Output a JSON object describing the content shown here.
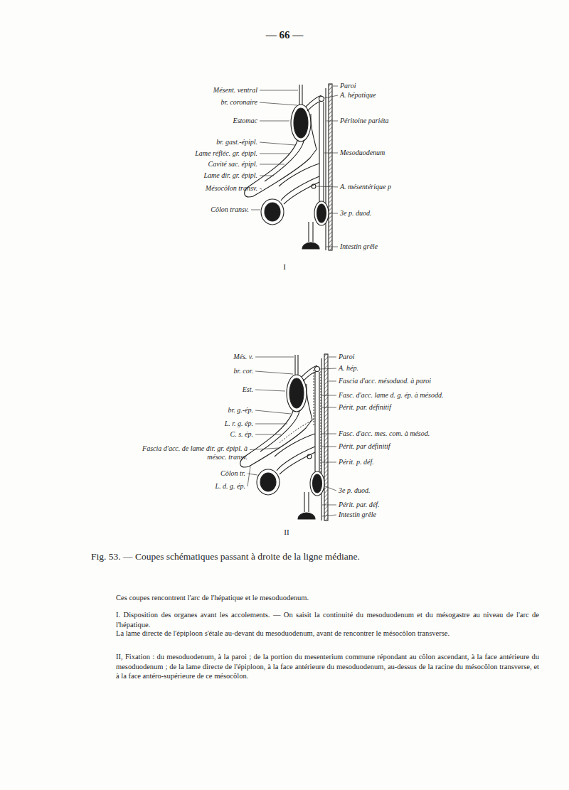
{
  "diagram": {
    "caption": "Fig. 53. — Coupes schématiques passant à droite de la ligne médiane.",
    "labels": [
      "— 66 —",
      "Mésent. ventral",
      "br. coronaire",
      "Estomac",
      "br. gast.-épipl.",
      "Lame réfléc. gr. épipl.",
      "Cavité sac. épipl.",
      "Lame dir. gr. épipl.",
      "Mésocôlon transv.",
      "Côlon transv.",
      "Paroi",
      "A. hépatique",
      "Péritoine pariéta",
      "Mesoduodenum",
      "A. mésentérique p",
      "3e p. duod.",
      "Intestin grêle",
      "I",
      "Més. v.",
      "br. cor.",
      "Est.",
      "br. g.-ép.",
      "L. r. g. ép.",
      "C. s. ép.",
      "Fascia d'acc. de lame dir. gr. épipl. à mésoc. transv.",
      "Côlon tr.",
      "L. d. g. ép.",
      "Paroi",
      "A. hép.",
      "Fascia d'acc. mésoduod. à paroi",
      "Fasc. d'acc. lame d. g. ép. à mésodd.",
      "Périt. par. définitif",
      "Fasc. d'acc. mes. com. à mésod.",
      "Périt. par définitif",
      "Périt. p. déf.",
      "3e p. duod.",
      "Périt. par. déf.",
      "Intestin grêle",
      "II",
      "Ces coupes rencontrent l'arc de l'hépatique et le mesoduodenum.",
      "I. Disposition des organes avant les accolements. — On saisit la continuité du mesoduodenum et du mésogastre au niveau de l'arc de l'hépatique.",
      "La lame directe de l'épiploon s'étale au-devant du mesoduodenum, avant de rencontrer le mésocôlon transverse.",
      "II, Fixation : du mesoduodenum, à la paroi ; de la portion du mesenterium commune répondant au côlon ascendant, à la face antérieure du mesoduodenum ; de la lame directe de l'épiploon, à la face antérieure du mesoduodenum, au-dessus de la racine du mésocôlon transverse, et à la face antéro-supérieure de ce mésocôlon."
    ]
  }
}
